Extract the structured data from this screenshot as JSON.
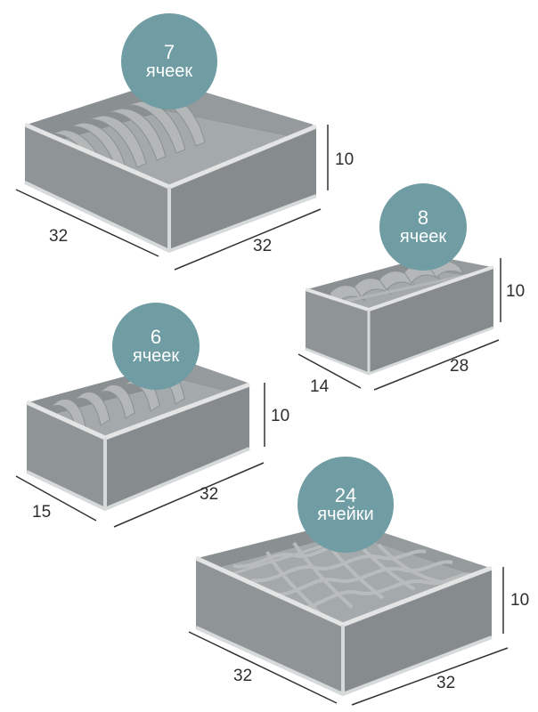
{
  "colors": {
    "badge": "#6f9da3",
    "box_outer": "#8f9496",
    "box_inner": "#7d8285",
    "box_back": "#8a8f92",
    "box_floor": "#a4a9ab",
    "divider": "#b6babb",
    "trim": "#e3e5e5",
    "dimension_line": "#333333"
  },
  "organizers": [
    {
      "badge": {
        "number": "7",
        "word": "ячеек"
      },
      "dimensions": {
        "length": "32",
        "width": "32",
        "height": "10"
      }
    },
    {
      "badge": {
        "number": "8",
        "word": "ячеек"
      },
      "dimensions": {
        "length": "14",
        "width": "28",
        "height": "10"
      }
    },
    {
      "badge": {
        "number": "6",
        "word": "ячеек"
      },
      "dimensions": {
        "length": "15",
        "width": "32",
        "height": "10"
      }
    },
    {
      "badge": {
        "number": "24",
        "word": "ячейки"
      },
      "dimensions": {
        "length": "32",
        "width": "32",
        "height": "10"
      }
    }
  ]
}
